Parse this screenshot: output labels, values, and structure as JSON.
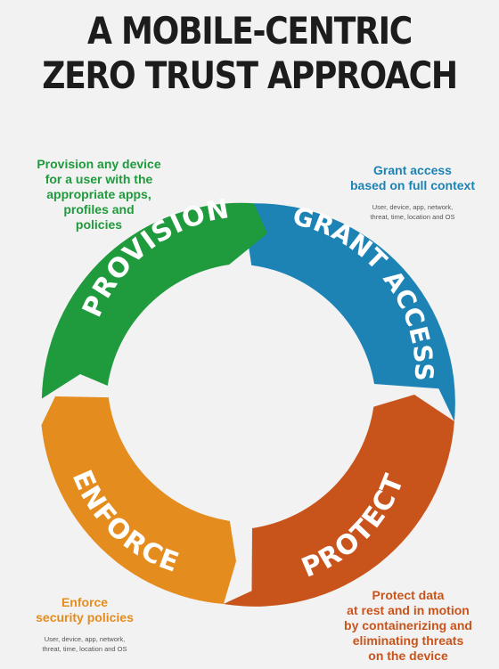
{
  "title": {
    "line1": "A MOBILE-CENTRIC",
    "line2": "ZERO TRUST APPROACH"
  },
  "stages": {
    "provision": {
      "label": "PROVISION",
      "color": "#1f9a3c",
      "description_lines": [
        "Provision any device",
        "for a user with the",
        "appropriate apps,",
        "profiles and",
        "policies"
      ]
    },
    "grant": {
      "label": "GRANT ACCESS",
      "color": "#1d83b5",
      "description_lines": [
        "Grant access",
        "based on full context"
      ],
      "detail_lines": [
        "User, device, app, network,",
        "threat, time, location and OS"
      ]
    },
    "protect": {
      "label": "PROTECT",
      "color": "#c9541b",
      "description_lines": [
        "Protect data",
        "at rest and in motion",
        "by containerizing and",
        "eliminating threats",
        "on the device"
      ]
    },
    "enforce": {
      "label": "ENFORCE",
      "color": "#e58c1e",
      "description_lines": [
        "Enforce",
        "security policies"
      ],
      "detail_lines": [
        "User, device, app, network,",
        "threat, time, location and OS"
      ]
    }
  }
}
